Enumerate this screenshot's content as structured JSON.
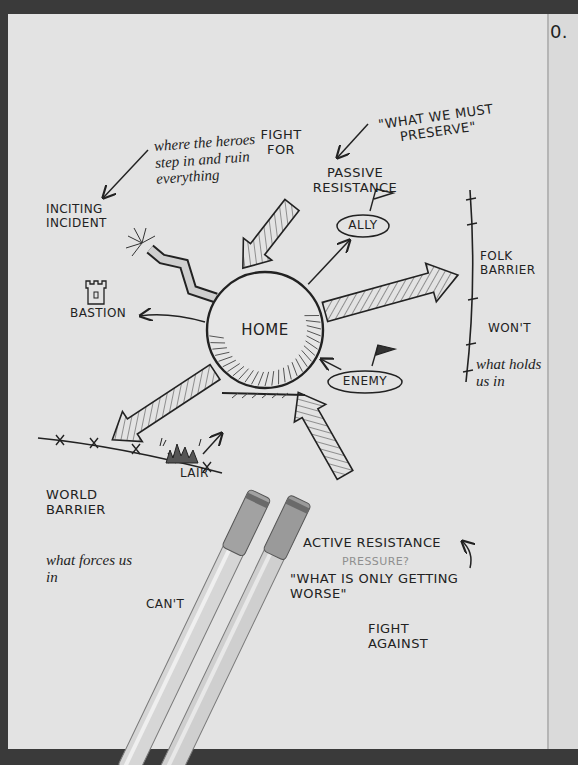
{
  "diagram": {
    "nodes": [
      {
        "text": [
          "ALLY"
        ]
      },
      {
        "text": [
          "HOME"
        ]
      },
      {
        "text": [
          "ENEMY"
        ]
      }
    ],
    "edges": [
      {
        "from": 1,
        "to": 0,
        "arrow": "to"
      },
      {
        "from": 2,
        "to": 1,
        "arrow": "to"
      }
    ],
    "labels": [
      "FIGHT FOR",
      "\"WHAT WE MUST PRESERVE\"",
      "PASSIVE RESISTANCE",
      "where the heroes step in and ruin everything",
      "INCITING INCIDENT",
      "BASTION",
      "FOLK BARRIER",
      "WON'T",
      "what holds us in",
      "LAIR",
      "WORLD BARRIER",
      "what forces us in",
      "CAN'T",
      "ACTIVE RESISTANCE",
      "PRESSURE?",
      "\"WHAT IS ONLY GETTING WORSE\"",
      "FIGHT AGAINST",
      "0."
    ]
  }
}
